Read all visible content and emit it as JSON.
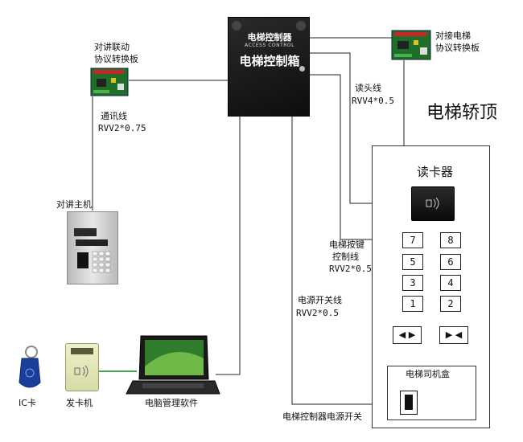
{
  "controller": {
    "title_top": "电梯控制器",
    "subtitle": "ACCESS CONTROL",
    "title_main": "电梯控制箱"
  },
  "intercom_board": {
    "line1": "对讲联动",
    "line2": "协议转换板"
  },
  "elevator_board": {
    "line1": "对接电梯",
    "line2": "协议转换板"
  },
  "comm_line": {
    "name": "通讯线",
    "spec": "RVV2*0.75"
  },
  "reader_line": {
    "name": "读头线",
    "spec": "RVV4*0.5"
  },
  "car_top": "电梯轿顶",
  "card_reader": "读卡器",
  "intercom_host": "对讲主机",
  "button_line": {
    "line1": "电梯按键",
    "line2": "控制线",
    "spec": "RVV2*0.5"
  },
  "power_line": {
    "name": "电源开关线",
    "spec": "RVV2*0.5"
  },
  "keypad": [
    "7",
    "8",
    "5",
    "6",
    "3",
    "4",
    "1",
    "2"
  ],
  "door_buttons": {
    "open": "◀ ▶",
    "close": "▶ ◀"
  },
  "operator_box": "电梯司机盒",
  "power_switch": "电梯控制器电源开关",
  "ic_card": "IC卡",
  "card_issuer": "发卡机",
  "software": "电脑管理软件"
}
